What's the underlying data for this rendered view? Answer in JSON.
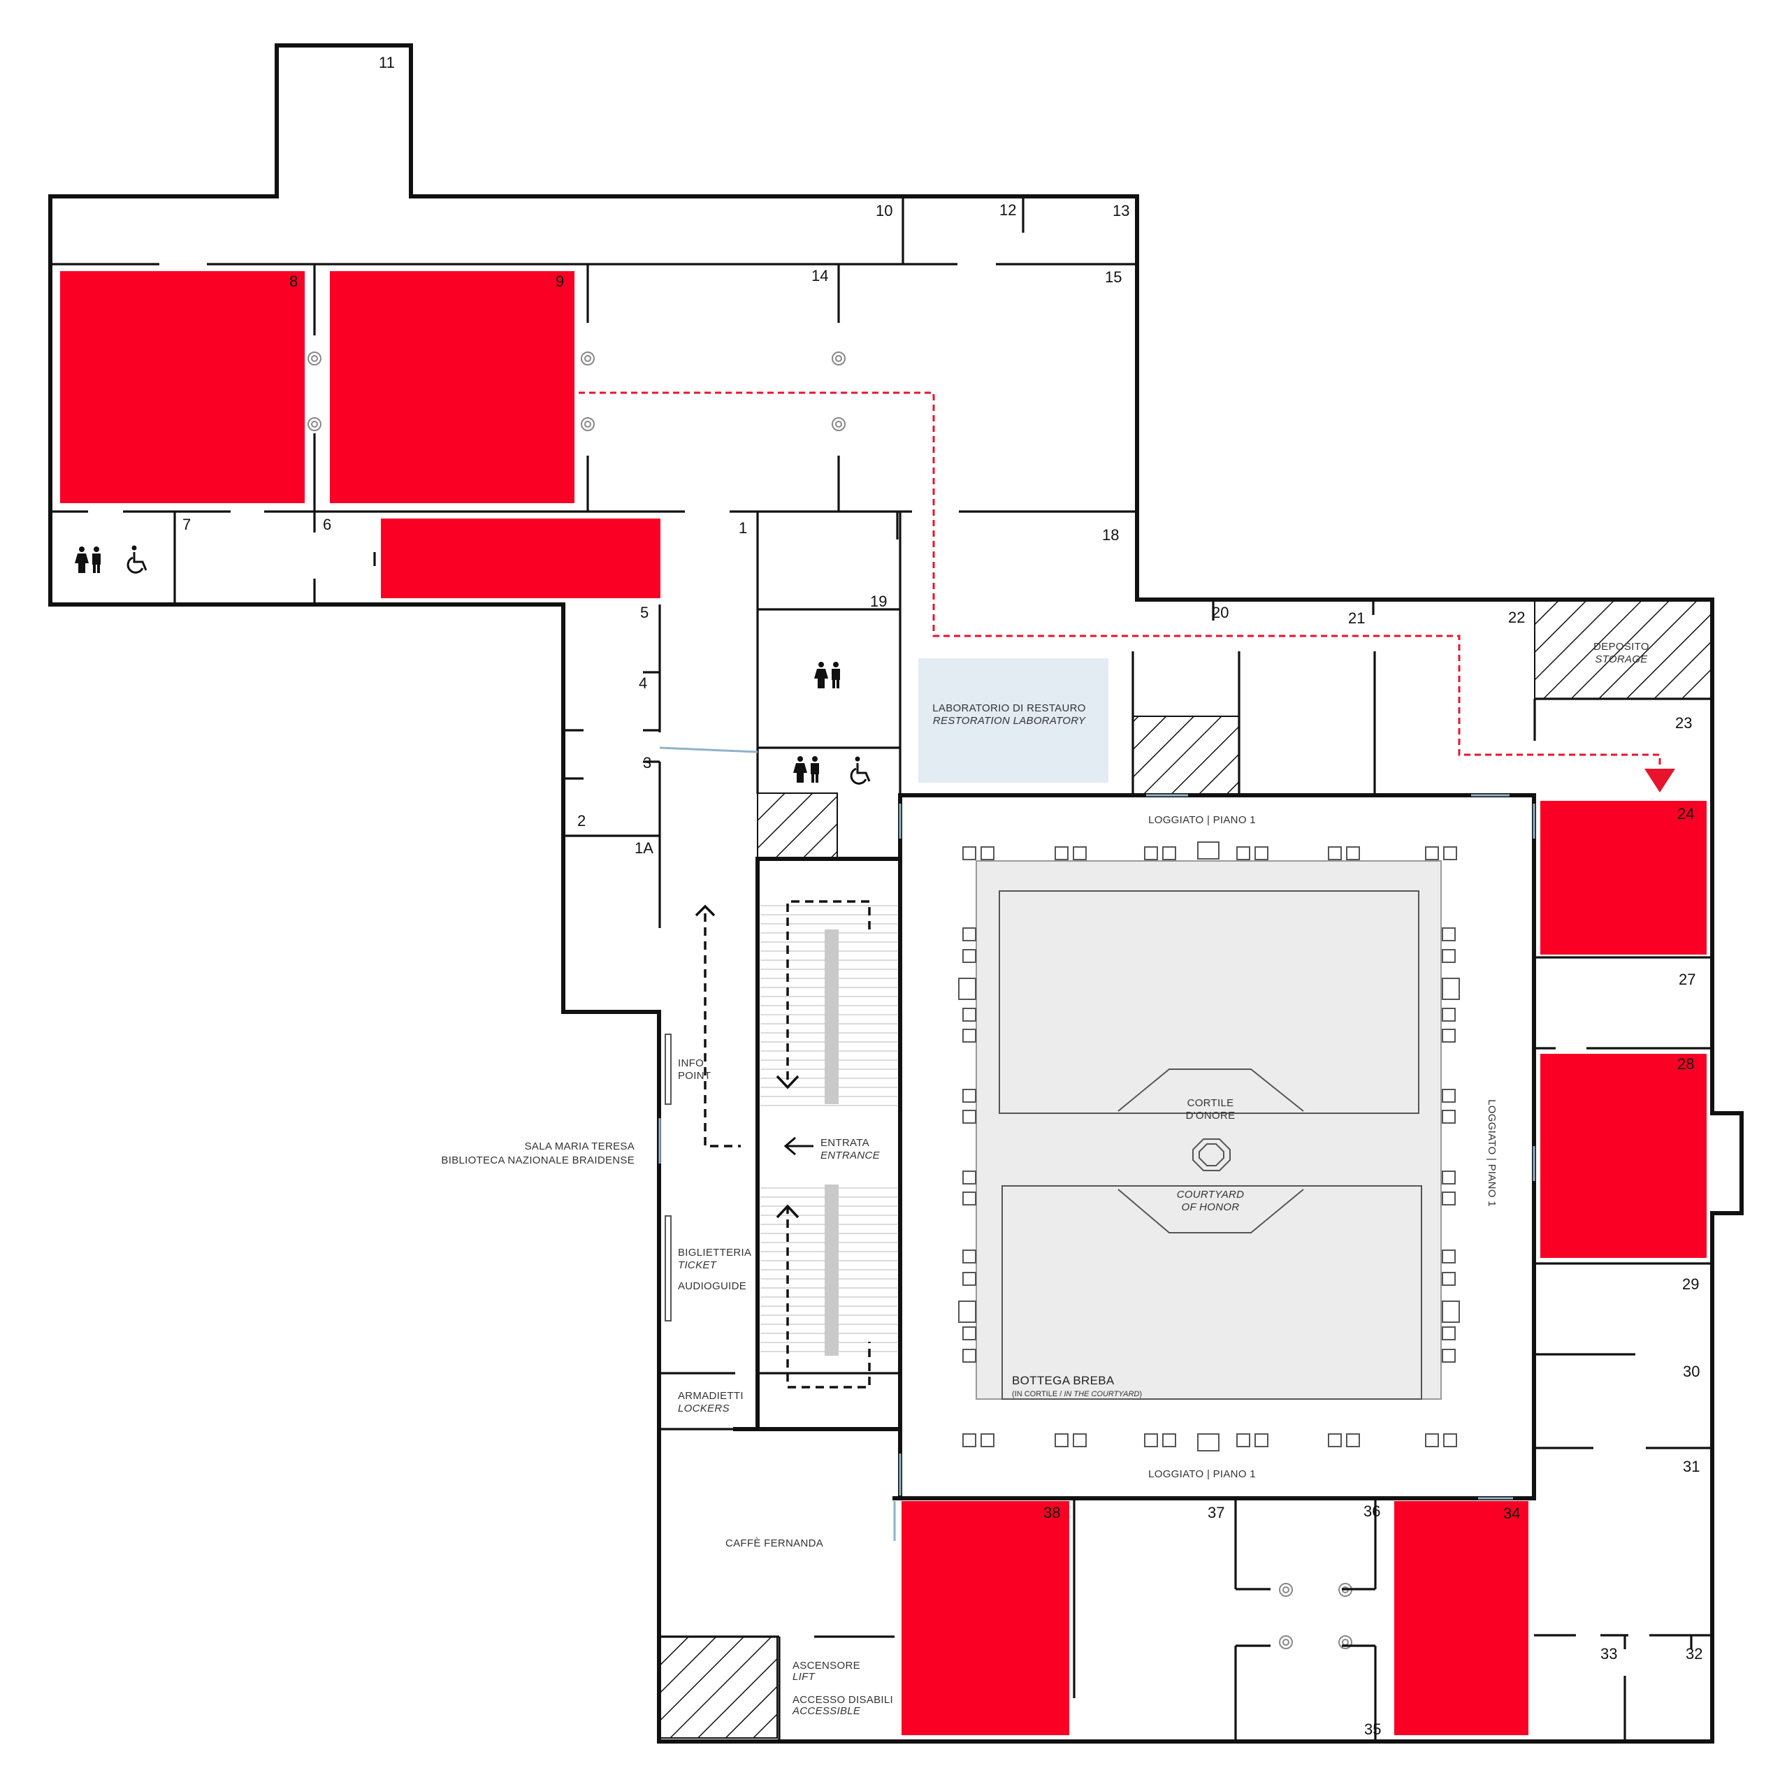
{
  "rooms": {
    "r1": "1",
    "r1a": "1A",
    "r2": "2",
    "r3": "3",
    "r4": "4",
    "r5": "5",
    "r6": "6",
    "r7": "7",
    "r8": "8",
    "r9": "9",
    "r10": "10",
    "r11": "11",
    "r12": "12",
    "r13": "13",
    "r14": "14",
    "r15": "15",
    "r18": "18",
    "r19": "19",
    "r20": "20",
    "r21": "21",
    "r22": "22",
    "r23": "23",
    "r24": "24",
    "r27": "27",
    "r28": "28",
    "r29": "29",
    "r30": "30",
    "r31": "31",
    "r32": "32",
    "r33": "33",
    "r34": "34",
    "r35": "35",
    "r36": "36",
    "r37": "37",
    "r38": "38"
  },
  "labels": {
    "deposito": "DEPOSITO",
    "storage": "STORAGE",
    "lab_it": "LABORATORIO DI RESTAURO",
    "lab_en": "RESTORATION LABORATORY",
    "loggiato": "LOGGIATO | PIANO 1",
    "cortile_1": "CORTILE",
    "cortile_2": "D'ONORE",
    "courtyard_1": "COURTYARD",
    "courtyard_2": "OF HONOR",
    "bottega": "BOTTEGA BREBA",
    "bottega_it": "(IN CORTILE / ",
    "bottega_en": "IN THE COURTYARD",
    "bottega_close": ")",
    "info_1": "INFO",
    "info_2": "POINT",
    "entrata": "ENTRATA",
    "entrance": "ENTRANCE",
    "sala_1": "SALA MARIA TERESA",
    "sala_2": "BIBLIOTECA NAZIONALE BRAIDENSE",
    "biglietteria": "BIGLIETTERIA",
    "ticket": "TICKET",
    "audioguide": "AUDIOGUIDE",
    "armadietti": "ARMADIETTI",
    "lockers": "LOCKERS",
    "caffe": "CAFFÈ FERNANDA",
    "ascensore": "ASCENSORE",
    "lift": "LIFT",
    "accesso": "ACCESSO DISABILI",
    "accessible": "ACCESSIBLE"
  },
  "colors": {
    "highlight": "#f90024",
    "route": "#e8132d",
    "lab": "#e3ebf3",
    "court": "#ececec",
    "glass": "#8fb3c7"
  },
  "icons": [
    "restroom-icon",
    "wheelchair-icon",
    "arrow-left-icon",
    "arrow-up-icon",
    "arrow-down-icon",
    "route-arrow-icon"
  ]
}
